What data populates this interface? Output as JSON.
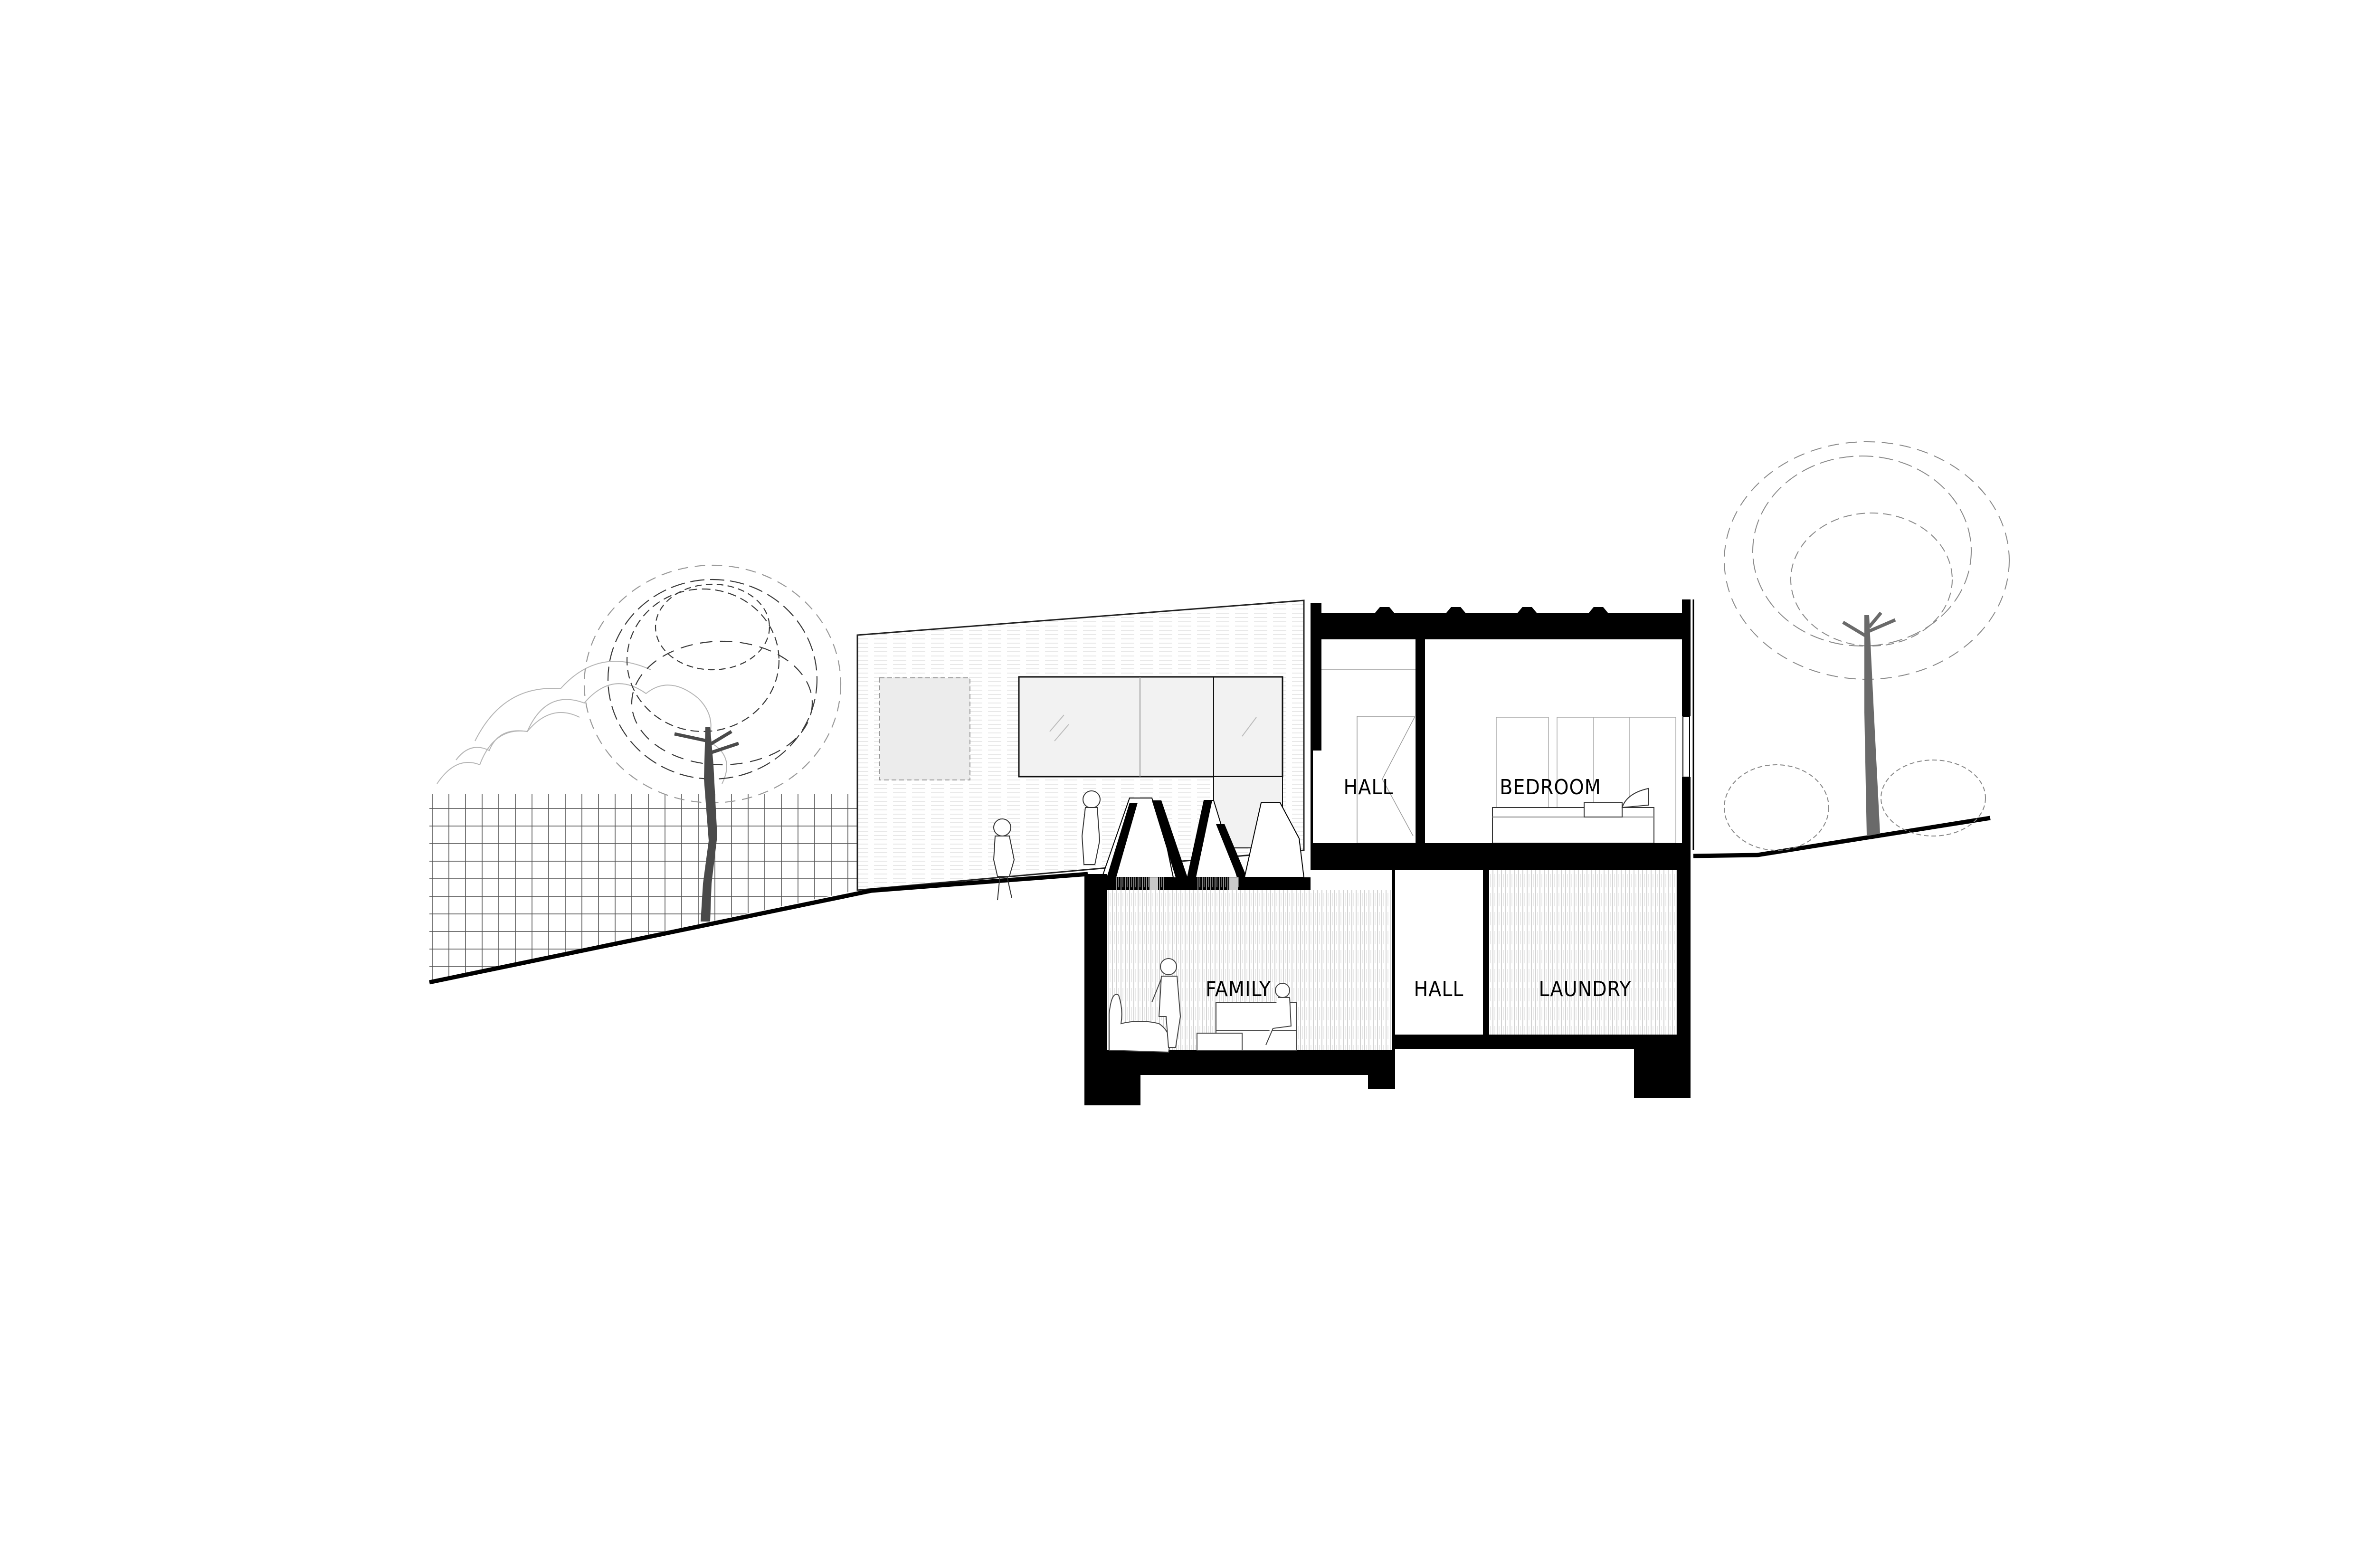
{
  "drawing": {
    "type": "architectural-section",
    "colors": {
      "background": "#ffffff",
      "cut_solid": "#000000",
      "trunk": "#4a4a4a",
      "trunk_right": "#6a6a6a",
      "hatch": "#b8b8b8",
      "glass": "#efefef",
      "line": "#333333",
      "foliage": "#8a8a8a"
    },
    "rooms": {
      "upper": [
        {
          "label": "HALL"
        },
        {
          "label": "BEDROOM"
        }
      ],
      "lower": [
        {
          "label": "FAMILY"
        },
        {
          "label": "HALL"
        },
        {
          "label": "LAUNDRY"
        }
      ]
    },
    "elements": {
      "left_tree": "tree-with-grey-trunk",
      "right_tree": "tree-with-grey-trunk",
      "fence": "grid-mesh-fence",
      "skylights": "three-sawtooth-skylights",
      "people": [
        "running-child",
        "girl-on-skylight",
        "standing-man",
        "seated-woman"
      ]
    }
  }
}
